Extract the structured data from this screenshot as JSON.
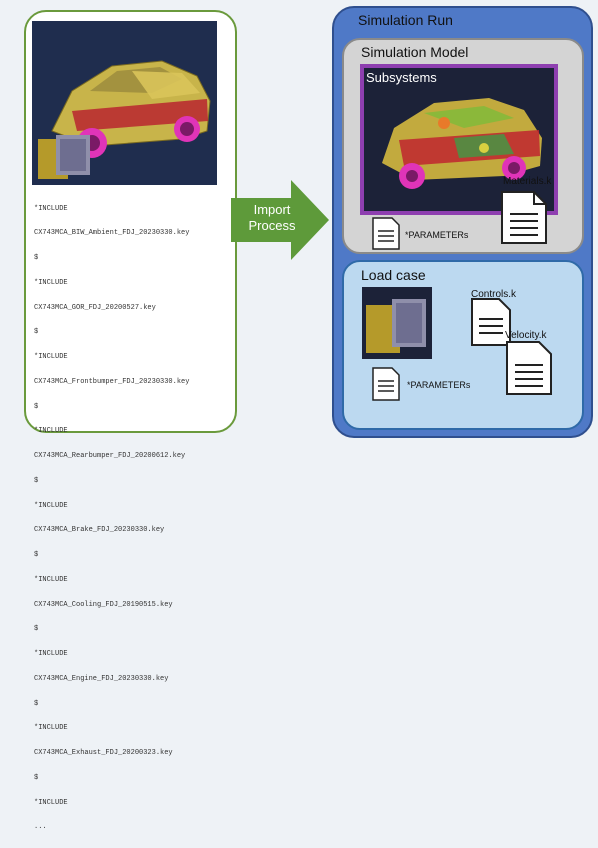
{
  "left_panel": {
    "include_lines": [
      "*INCLUDE",
      "CX743MCA_BIW_Ambient_FDJ_20230330.key",
      "$",
      "*INCLUDE",
      "CX743MCA_GOR_FDJ_20200527.key",
      "$",
      "*INCLUDE",
      "CX743MCA_Frontbumper_FDJ_20230330.key",
      "$",
      "*INCLUDE",
      "CX743MCA_Rearbumper_FDJ_20200612.key",
      "$",
      "*INCLUDE",
      "CX743MCA_Brake_FDJ_20230330.key",
      "$",
      "*INCLUDE",
      "CX743MCA_Cooling_FDJ_20190515.key",
      "$",
      "*INCLUDE",
      "CX743MCA_Engine_FDJ_20230330.key",
      "$",
      "*INCLUDE",
      "CX743MCA_Exhaust_FDJ_20200323.key",
      "$",
      "*INCLUDE",
      "..."
    ]
  },
  "arrow": {
    "line1": "Import",
    "line2": "Process"
  },
  "run": {
    "title": "Simulation Run",
    "model": {
      "title": "Simulation Model",
      "subsystems_title": "Subsystems",
      "materials_label": "Materials.k",
      "parameters_label": "*PARAMETERs"
    },
    "loadcase": {
      "title": "Load case",
      "controls_label": "Controls.k",
      "velocity_label": "Velocity.k",
      "parameters_label": "*PARAMETERs"
    }
  },
  "colors": {
    "left_border": "#6a9a3c",
    "arrow": "#5e9a3a",
    "run_bg": "#4f79c7",
    "model_bg": "#d4d4d4",
    "subsystems_border": "#8e3fb0",
    "loadcase_bg": "#bcd9f0"
  }
}
